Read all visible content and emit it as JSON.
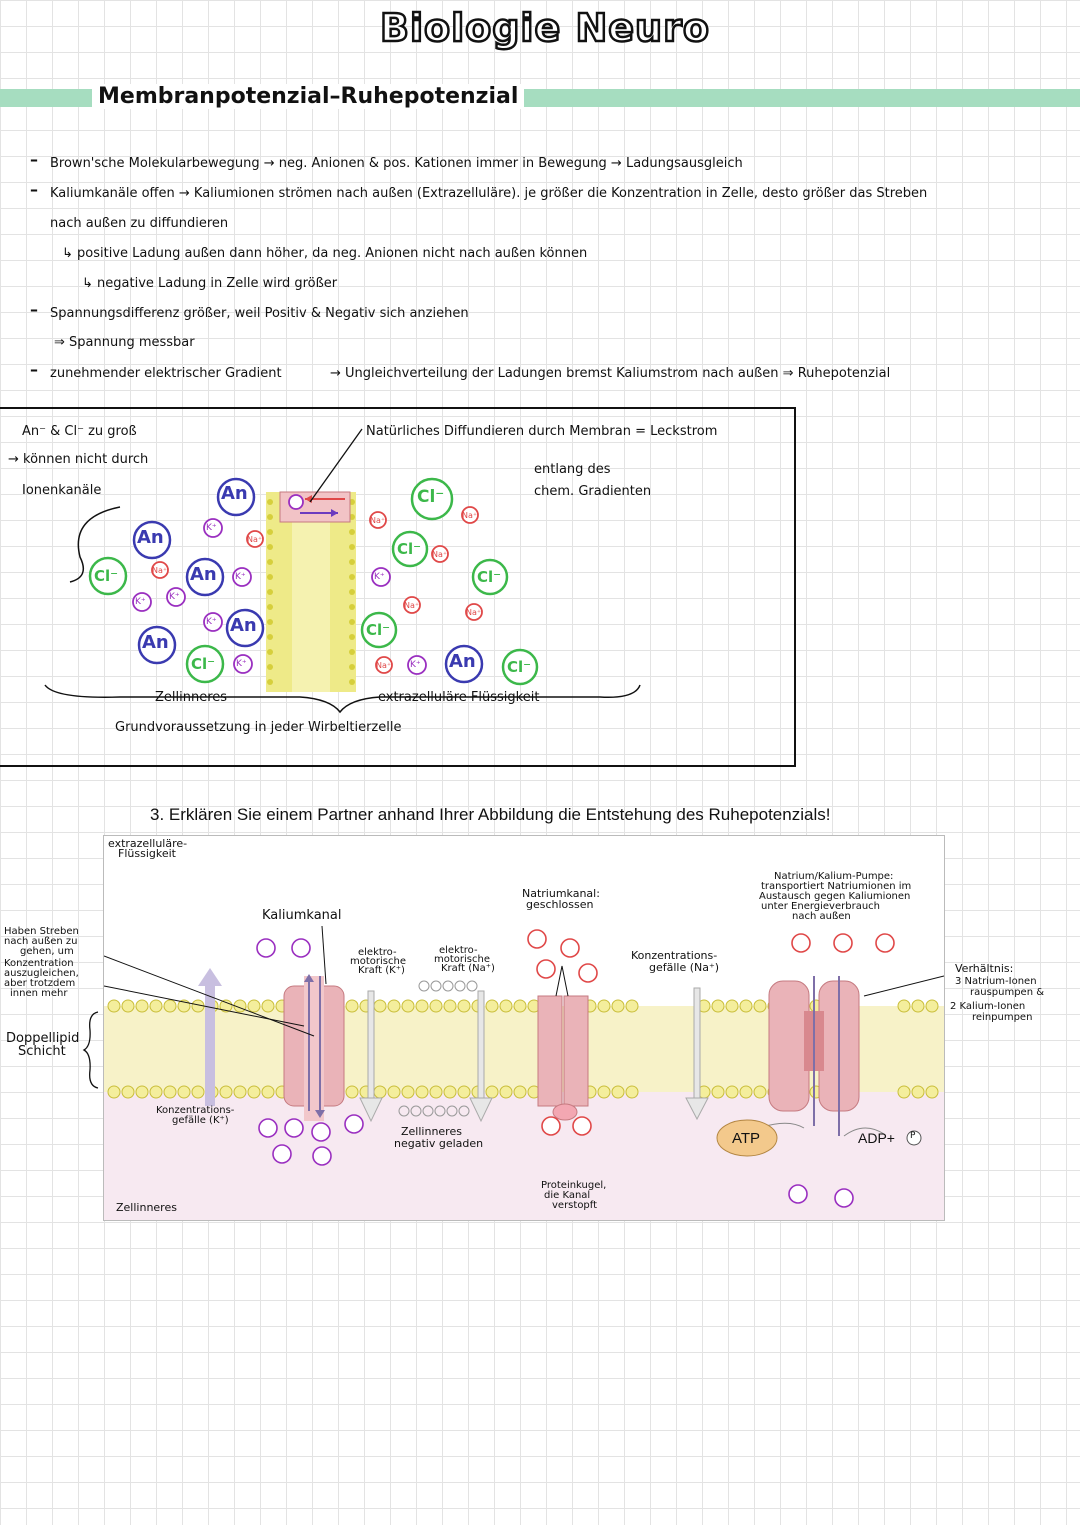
{
  "title": "Biologie Neuro",
  "subtitle": "Membranpotenzial–Ruhepotenzial",
  "notes": {
    "n1": "Brown'sche Molekularbewegung → neg. Anionen & pos. Kationen immer in Bewegung → Ladungsausgleich",
    "n2": "Kaliumkanäle offen → Kaliumionen strömen nach außen (Extrazelluläre). je größer die Konzentration in Zelle, desto größer das Streben",
    "n2b": "nach außen zu diffundieren",
    "n3": "↳ positive Ladung außen dann höher, da neg. Anionen nicht nach außen können",
    "n4": "↳ negative Ladung in Zelle wird größer",
    "n5": "Spannungsdifferenz größer, weil Positiv & Negativ sich anziehen",
    "n5b": "⇒ Spannung messbar",
    "n6": "zunehmender elektrischer Gradient",
    "n6b": "→  Ungleichverteilung der Ladungen bremst Kaliumstrom nach außen ⇒ Ruhepotenzial"
  },
  "diagram1": {
    "side1": "An⁻ & Cl⁻ zu groß",
    "side2": "→ können nicht durch",
    "side3": "Ionenkanäle",
    "leak": "Natürliches Diffundieren durch Membran = Leckstrom",
    "grad1": "entlang des",
    "grad2": "chem. Gradienten",
    "inside": "Zellinneres",
    "outside": "extrazelluläre Flüssigkeit",
    "base": "Grundvoraussetzung in jeder Wirbeltierzelle",
    "ion_an": "An",
    "ion_cl": "Cl⁻",
    "ion_k": "K⁺",
    "ion_na": "Na⁺"
  },
  "task": "3.   Erklären Sie einem Partner anhand Ihrer Abbildung die Entstehung des Ruhepotenzials!",
  "diagram2": {
    "extra1": "extrazelluläre-",
    "extra2": "Flüssigkeit",
    "kchannel": "Kaliumkanal",
    "emk1": "elektro-",
    "emk2": "motorische",
    "emk3": "Kraft (K⁺)",
    "emna1": "elektro-",
    "emna2": "motorische",
    "emna3": "Kraft (Na⁺)",
    "nachan1": "Natriumkanal:",
    "nachan2": "geschlossen",
    "kgrad1": "Konzentrations-",
    "kgrad2": "gefälle (K⁺)",
    "nagrad1": "Konzentrations-",
    "nagrad2": "gefälle (Na⁺)",
    "inside_neg1": "Zellinneres",
    "inside_neg2": "negativ geladen",
    "plug1": "Proteinkugel,",
    "plug2": "die Kanal",
    "plug3": "verstopft",
    "pump1": "Natrium/Kalium-Pumpe:",
    "pump2": "transportiert Natriumionen im",
    "pump3": "Austausch gegen Kaliumionen",
    "pump4": "unter Energieverbrauch",
    "pump5": "nach außen",
    "atp": "ATP",
    "adp": "ADP+",
    "p": "P",
    "inside": "Zellinneres",
    "left1": "Haben Streben",
    "left2": "nach außen zu",
    "left3": "gehen, um",
    "left4": "Konzentration",
    "left5": "auszugleichen,",
    "left6": "aber trotzdem",
    "left7": "innen mehr",
    "bilayer1": "Doppellipid",
    "bilayer2": "Schicht",
    "ratio1": "Verhältnis:",
    "ratio2": "3 Natrium-Ionen",
    "ratio3": "rauspumpen &",
    "ratio4": "2 Kalium-Ionen",
    "ratio5": "reinpumpen"
  },
  "colors": {
    "an": "#3a3ab0",
    "cl": "#3cb84a",
    "k": "#9a2fc0",
    "na": "#e04848",
    "accent": "#a6ddc0",
    "membrane": "#e6e07a",
    "channel": "#eab3b8",
    "atp": "#f3c98c"
  }
}
